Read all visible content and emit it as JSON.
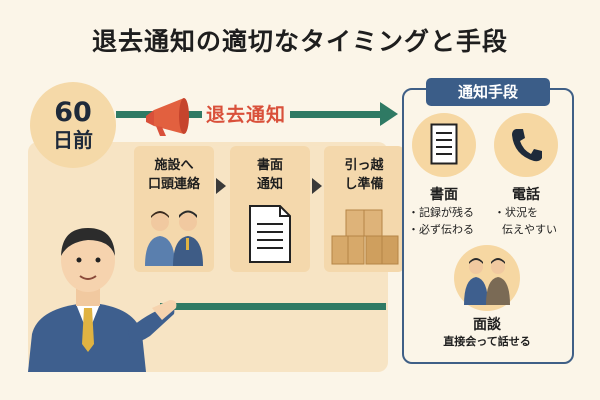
{
  "title": "退去通知の適切なタイミングと手段",
  "timeline": {
    "days_number": "60",
    "days_unit": "日前",
    "main_label": "退去通知"
  },
  "steps": [
    {
      "line1": "施設へ",
      "line2": "口頭連絡",
      "icon": "two-people-talking-icon"
    },
    {
      "line1": "書面",
      "line2": "通知",
      "icon": "document-icon"
    },
    {
      "line1": "引っ越",
      "line2": "し準備",
      "icon": "boxes-icon"
    }
  ],
  "means": {
    "title": "通知手段",
    "document": {
      "label": "書面",
      "notes": [
        "・記録が残る",
        "・必ず伝わる"
      ]
    },
    "phone": {
      "label": "電話",
      "notes": [
        "・状況を",
        "伝えやすい"
      ]
    },
    "meeting": {
      "label": "面談",
      "note": "直接会って話せる"
    }
  },
  "colors": {
    "accent_green": "#2f7a64",
    "alert_red": "#d9503a",
    "navy": "#3b5d88"
  }
}
